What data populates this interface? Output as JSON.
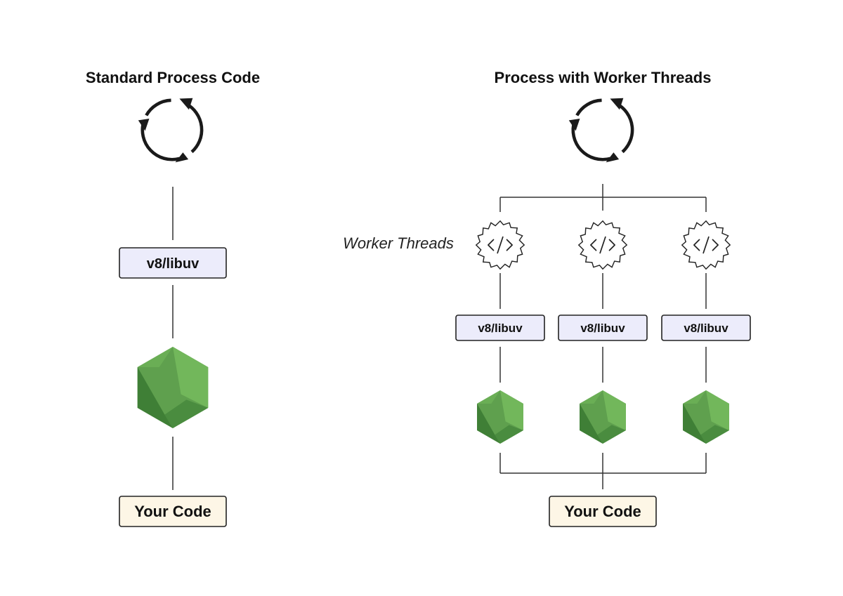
{
  "left_panel": {
    "title": "Standard Process Code",
    "lib_label": "v8/libuv",
    "code_label": "Your Code"
  },
  "right_panel": {
    "title": "Process with Worker Threads",
    "workers_label": "Worker Threads",
    "worker_lib_labels": [
      "v8/libuv",
      "v8/libuv",
      "v8/libuv"
    ],
    "code_label": "Your Code"
  },
  "icons": {
    "cycle": "event-loop-cycle-icon",
    "worker": "code-gear-icon",
    "runtime": "nodejs-hexagon-icon"
  },
  "colors": {
    "lib_fill": "#ececfb",
    "code_fill": "#fdf6e6",
    "node_green": "#5fa04e",
    "node_green_dark": "#3f7f36",
    "node_green_light": "#7ec35f"
  }
}
